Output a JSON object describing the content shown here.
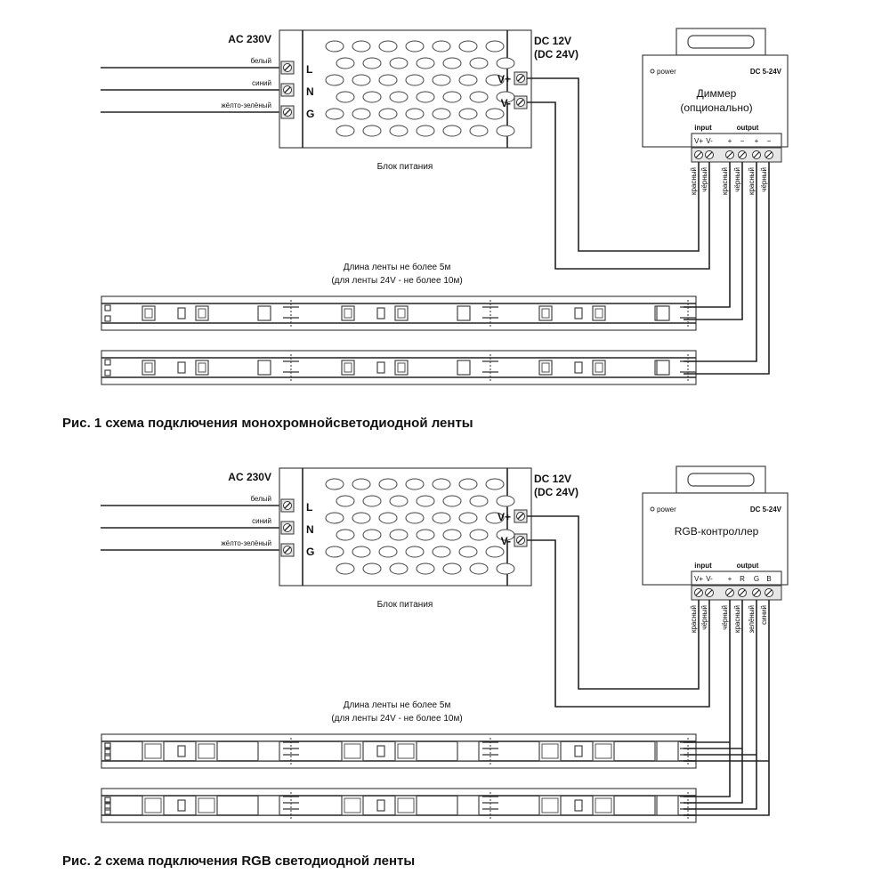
{
  "figures": [
    {
      "id": "fig1",
      "ac_label": "AC 230V",
      "input_wires": [
        "белый",
        "синий",
        "жёлто-зелёный"
      ],
      "input_terminals": [
        "L",
        "N",
        "G"
      ],
      "psu_label": "Блок питания",
      "dc_label_1": "DC 12V",
      "dc_label_2": "(DC 24V)",
      "output_terminals": [
        "V+",
        "V-"
      ],
      "controller": {
        "power_label": "power",
        "voltage_label": "DC 5-24V",
        "name_line_1": "Диммер",
        "name_line_2": "(опционально)",
        "input_label": "input",
        "output_label": "output",
        "terminal_labels": [
          "V+",
          "V-",
          "+",
          "−",
          "+",
          "−"
        ],
        "wire_labels": [
          "красный",
          "чёрный",
          "красный",
          "чёрный",
          "красный",
          "чёрный"
        ]
      },
      "strip_length_line_1": "Длина ленты не более 5м",
      "strip_length_line_2": "(для ленты 24V - не более 10м)",
      "caption": "Рис. 1 схема подключения монохромнойсветодиодной ленты"
    },
    {
      "id": "fig2",
      "ac_label": "AC 230V",
      "input_wires": [
        "белый",
        "синий",
        "жёлто-зелёный"
      ],
      "input_terminals": [
        "L",
        "N",
        "G"
      ],
      "psu_label": "Блок питания",
      "dc_label_1": "DC 12V",
      "dc_label_2": "(DC 24V)",
      "output_terminals": [
        "V+",
        "V-"
      ],
      "controller": {
        "power_label": "power",
        "voltage_label": "DC 5-24V",
        "name_line_1": "RGB-контроллер",
        "name_line_2": "",
        "input_label": "input",
        "output_label": "output",
        "terminal_labels": [
          "V+",
          "V-",
          "+",
          "R",
          "G",
          "B"
        ],
        "wire_labels": [
          "красный",
          "чёрный",
          "чёрный",
          "красный",
          "зелёный",
          "синий"
        ]
      },
      "strip_length_line_1": "Длина ленты не более 5м",
      "strip_length_line_2": "(для ленты 24V - не более 10м)",
      "caption": "Рис. 2 схема подключения RGB светодиодной ленты"
    }
  ]
}
